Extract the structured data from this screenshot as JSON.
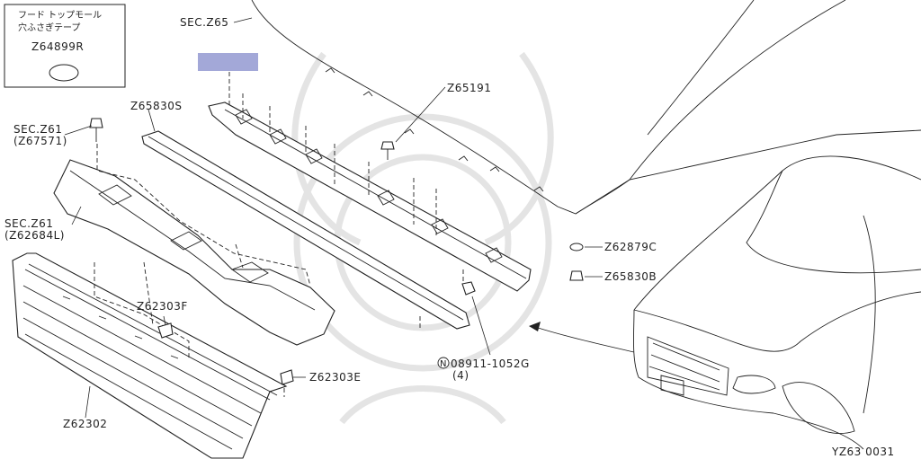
{
  "inset": {
    "line1": "フード トップモール",
    "line2": "穴ふさぎテープ",
    "part": "Z64899R"
  },
  "labels": {
    "sec_z65": "SEC.Z65",
    "z65191": "Z65191",
    "z65830s": "Z65830S",
    "sec_z61_a": "SEC.Z61",
    "z67571": "(Z67571)",
    "sec_z61_b": "SEC.Z61",
    "z62684l": "(Z62684L)",
    "z62303f": "Z62303F",
    "z62303e": "Z62303E",
    "z62302": "Z62302",
    "z62879c": "Z62879C",
    "z65830b": "Z65830B",
    "bolt": "08911-1052G",
    "bolt_n": "N",
    "bolt_qty": "(4)"
  },
  "highlight_color": "#a3a8d8",
  "diagram_code": "YZ63 0031"
}
